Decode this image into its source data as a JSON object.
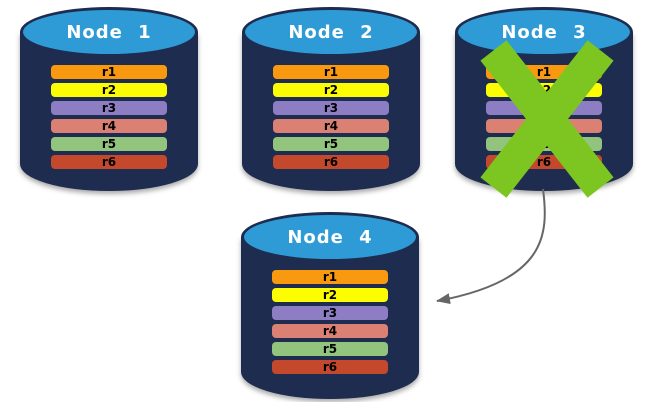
{
  "palette": {
    "background": "#FFFFFF",
    "cylinder_body": "#1E2C50",
    "cylinder_top": "#2E9BD6",
    "node_label": "#FFFFFF",
    "row_text": "#000000",
    "x_mark": "#7DC521",
    "arrow": "#666666"
  },
  "nodes": [
    {
      "id": "node-1",
      "label": "Node 1",
      "failed": false,
      "rows": [
        {
          "label": "r1",
          "color": "#F8990F"
        },
        {
          "label": "r2",
          "color": "#FCFC02"
        },
        {
          "label": "r3",
          "color": "#8D7EC4"
        },
        {
          "label": "r4",
          "color": "#DB8173"
        },
        {
          "label": "r5",
          "color": "#92C47E"
        },
        {
          "label": "r6",
          "color": "#C4492C"
        }
      ]
    },
    {
      "id": "node-2",
      "label": "Node 2",
      "failed": false,
      "rows": [
        {
          "label": "r1",
          "color": "#F8990F"
        },
        {
          "label": "r2",
          "color": "#FCFC02"
        },
        {
          "label": "r3",
          "color": "#8D7EC4"
        },
        {
          "label": "r4",
          "color": "#DB8173"
        },
        {
          "label": "r5",
          "color": "#92C47E"
        },
        {
          "label": "r6",
          "color": "#C4492C"
        }
      ]
    },
    {
      "id": "node-3",
      "label": "Node 3",
      "failed": true,
      "rows": [
        {
          "label": "r1",
          "color": "#F8990F"
        },
        {
          "label": "r2",
          "color": "#FCFC02"
        },
        {
          "label": "r3",
          "color": "#8D7EC4"
        },
        {
          "label": "r4",
          "color": "#DB8173"
        },
        {
          "label": "r5",
          "color": "#92C47E"
        },
        {
          "label": "r6",
          "color": "#C4492C"
        }
      ]
    },
    {
      "id": "node-4",
      "label": "Node 4",
      "failed": false,
      "rows": [
        {
          "label": "r1",
          "color": "#F8990F"
        },
        {
          "label": "r2",
          "color": "#FCFC02"
        },
        {
          "label": "r3",
          "color": "#8D7EC4"
        },
        {
          "label": "r4",
          "color": "#DB8173"
        },
        {
          "label": "r5",
          "color": "#92C47E"
        },
        {
          "label": "r6",
          "color": "#C4492C"
        }
      ]
    }
  ],
  "arrow": {
    "from": "node-3",
    "to": "node-4"
  }
}
